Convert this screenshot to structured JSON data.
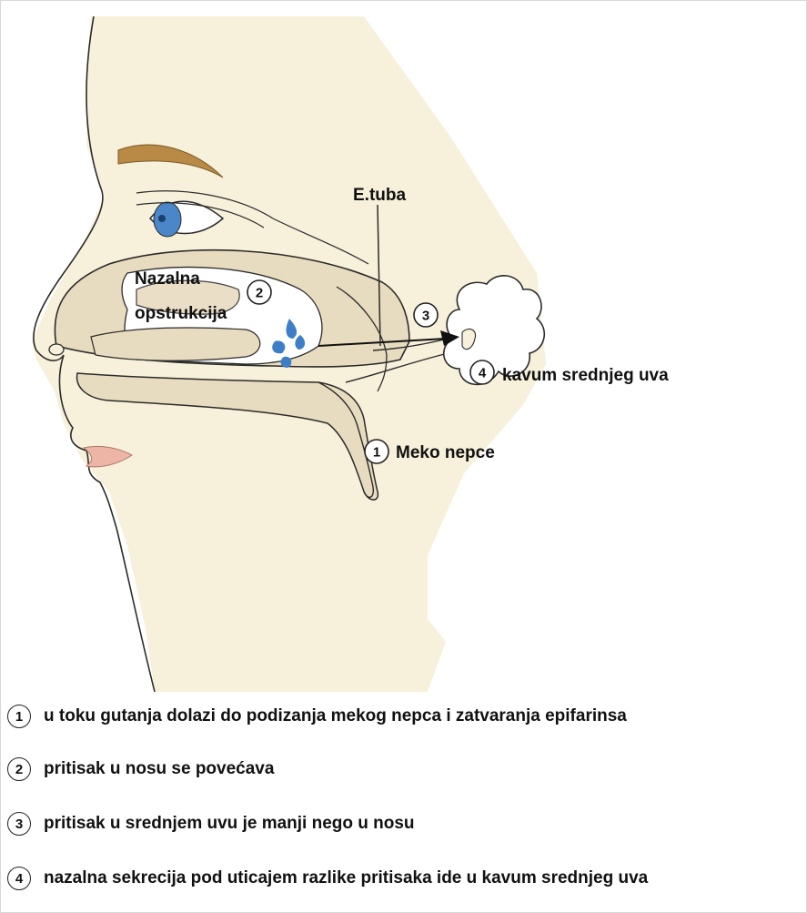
{
  "labels": {
    "nasal_obstruction_line1": "Nazalna",
    "nasal_obstruction_line2": "opstrukcija",
    "eustachian_tube": "E.tuba",
    "middle_ear_cavity": "kavum srednjeg uva",
    "soft_palate": "Meko nepce"
  },
  "markers": [
    "1",
    "2",
    "3",
    "4"
  ],
  "legend": [
    {
      "num": "1",
      "text": "u toku gutanja dolazi do podizanja mekog nepca i zatvaranja epifarinsa"
    },
    {
      "num": "2",
      "text": "pritisak u nosu se povećava"
    },
    {
      "num": "3",
      "text": "pritisak u srednjem uvu je manji nego u nosu"
    },
    {
      "num": "4",
      "text": "nazalna sekrecija pod uticajem razlike pritisaka ide u kavum srednjeg uva"
    }
  ],
  "colors": {
    "skin": "#f7f0da",
    "skin_shadow": "#ebe1c4",
    "cavity_tissue": "#e8dcc0",
    "eyebrow": "#b88a45",
    "iris": "#4a86c8",
    "lips": "#ecb5a5",
    "droplets": "#3d7fc6",
    "outline": "#2b2b2b"
  }
}
